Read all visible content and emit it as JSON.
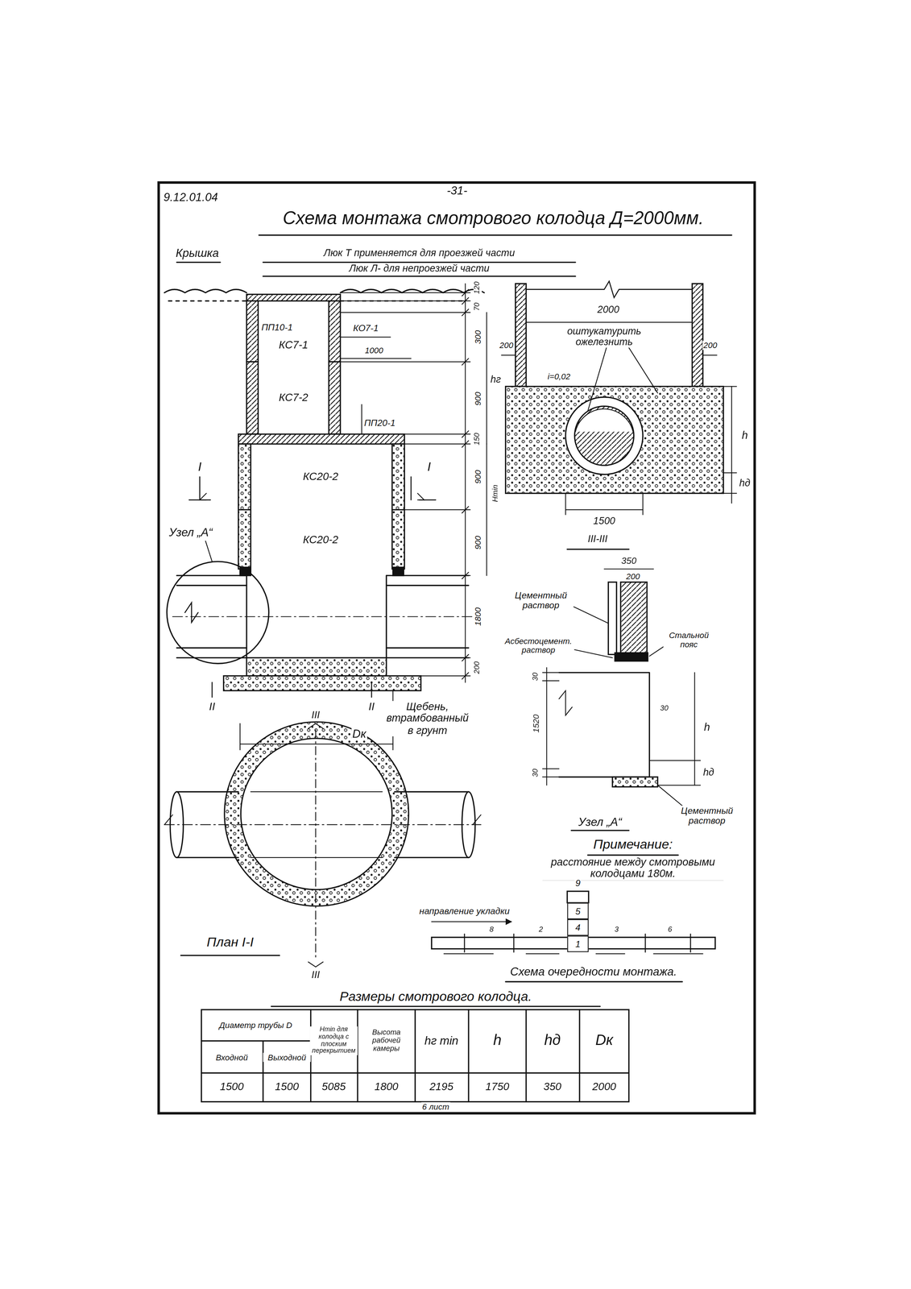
{
  "diagram": {
    "title": "Схема монтажа смотрового колодца Д=2000мм.",
    "nodes": [
      {
        "text": [
          "5"
        ]
      },
      {
        "text": [
          "4"
        ]
      },
      {
        "text": [
          "1"
        ]
      }
    ],
    "labels": [
      "9.12.01.04",
      "-31-",
      "Крышка",
      "Люк Т применяется для проезжей части",
      "Люк Л- для непроезжей части",
      "ПП10-1",
      "КС7-1",
      "КО7-1",
      "1000",
      "КС7-2",
      "ПП20-1",
      "КС20-2",
      "КС20-2",
      "Узел „А“",
      "I",
      "I",
      "120",
      "70",
      "300",
      "900",
      "hг",
      "150",
      "900",
      "Hmin",
      "900",
      "1800",
      "200",
      "II",
      "II",
      "III",
      "Щебень, втрамбованный в грунт",
      "Dк",
      "План I-I",
      "III",
      "2000",
      "200",
      "200",
      "оштукатурить ожелезнить",
      "i=0,02",
      "h",
      "hд",
      "1500",
      "III-III",
      "350",
      "200",
      "Цементный раствор",
      "Асбестоцемент. раствор",
      "Стальной пояс",
      "30",
      "1520",
      "30",
      "30",
      "h",
      "hд",
      "Цементный раствор",
      "Узел „А“",
      "Примечание:",
      "расстояние между смотровыми колодцами 180м.",
      "9",
      "направление укладки",
      "8",
      "2",
      "3",
      "6",
      "Схема очередности монтажа.",
      "Размеры смотрового колодца.",
      "Диаметр трубы D",
      "Входной",
      "Выходной",
      "Hmin для колодца с плоским перекрытием",
      "Высота рабочей камеры",
      "hг min",
      "h",
      "hд",
      "Dк",
      "1500",
      "1500",
      "5085",
      "1800",
      "2195",
      "1750",
      "350",
      "2000",
      "6 лист"
    ]
  }
}
